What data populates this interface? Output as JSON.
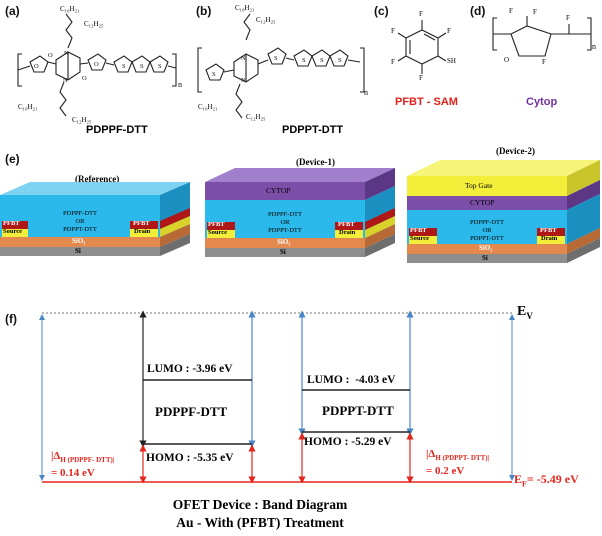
{
  "panels": {
    "a": "(a)",
    "b": "(b)",
    "c": "(c)",
    "d": "(d)",
    "e": "(e)",
    "f": "(f)"
  },
  "molecules": {
    "a": {
      "name": "PDPPF-DTT",
      "chain1": "C₁₀H₂₁",
      "chain2": "C₁₂H₂₅",
      "chain3": "C₁₀H₂₁",
      "chain4": "C₁₂H₂₅",
      "n": "n"
    },
    "b": {
      "name": "PDPPT-DTT",
      "chain1": "C₁₀H₂₁",
      "chain2": "C₁₂H₂₅",
      "chain3": "C₁₀H₂₁",
      "chain4": "C₁₂H₂₅",
      "n": "n"
    },
    "c": {
      "name": "PFBT - SAM",
      "F": "F",
      "SH": "SH"
    },
    "d": {
      "name": "Cytop",
      "F": "F",
      "O": "O",
      "n": "n"
    }
  },
  "devices": {
    "reference": {
      "title": "(Reference)",
      "pfbt": "PFBT",
      "source": "Source",
      "drain": "Drain",
      "semi_lines": [
        "PDPPF-DTT",
        "OR",
        "PDPPT-DTT"
      ],
      "sio2": "SiO₂",
      "si": "Si"
    },
    "device1": {
      "title": "(Device-1)",
      "cytop": "CYTOP",
      "pfbt": "PFBT",
      "source": "Source",
      "drain": "Drain",
      "semi_lines": [
        "PDPPF-DTT",
        "OR",
        "PDPPT-DTT"
      ],
      "sio2": "SiO₂",
      "si": "Si"
    },
    "device2": {
      "title": "(Device-2)",
      "topgate": "Top Gate",
      "cytop": "CYTOP",
      "pfbt": "PFBT",
      "source": "Source",
      "drain": "Drain",
      "semi_lines": [
        "PDPPF-DTT",
        "OR",
        "PDPPT-DTT"
      ],
      "sio2": "SiO₂",
      "si": "Si"
    }
  },
  "colors": {
    "semiconductor": "#2bb8ea",
    "cytop": "#7b4fa8",
    "topgate": "#f2ee3a",
    "pfbt": "#b01818",
    "electrode": "#f2ee3a",
    "sio2": "#e3894e",
    "si": "#8e8e8e",
    "pdppf_label": "#2bb8ea",
    "pfbt_label": "#e0201a",
    "cytop_label": "#7030a0",
    "ef_line": "#e5261f",
    "ev_line": "#777777",
    "arrow_blue": "#4a86c8"
  },
  "band_diagram": {
    "ev_label": "E",
    "ev_sub": "V",
    "ef_label": "E",
    "ef_sub": "F",
    "ef_value": "= -5.49 eV",
    "box1": {
      "name": "PDPPF-DTT",
      "lumo": "LUMO : -3.96 eV",
      "homo": "HOMO : -5.35 eV"
    },
    "box2": {
      "name": "PDPPT-DTT",
      "lumo": "LUMO :  -4.03 eV",
      "homo": "HOMO : -5.29 eV"
    },
    "delta1": {
      "prefix": "|Δ",
      "sub": "H (PDPPF- DTT)|",
      "value": "= 0.14 eV"
    },
    "delta2": {
      "prefix": "|Δ",
      "sub": "H (PDPPT- DTT)|",
      "value": "= 0.2 eV"
    },
    "caption1": "OFET Device : Band Diagram",
    "caption2": "Au - With (PFBT) Treatment"
  }
}
